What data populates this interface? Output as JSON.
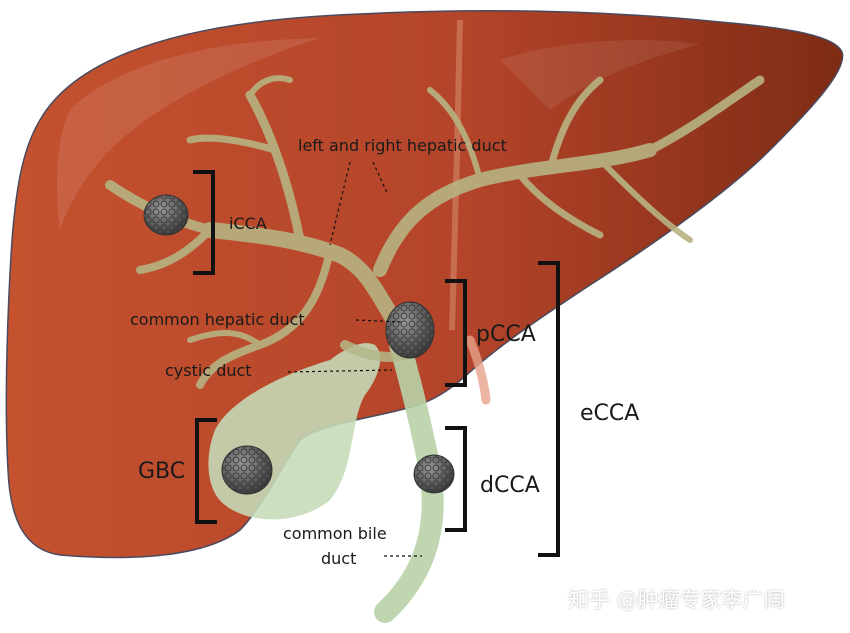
{
  "labels": {
    "left_right_hepatic_duct": "left and right hepatic duct",
    "iCCA": "iCCA",
    "common_hepatic_duct": "common hepatic duct",
    "pCCA": "pCCA",
    "cystic_duct": "cystic duct",
    "eCCA": "eCCA",
    "GBC": "GBC",
    "dCCA": "dCCA",
    "common_bile_duct_line1": "common bile",
    "common_bile_duct_line2": "duct"
  },
  "watermark": "知乎 @肿瘤专家李广阔",
  "colors": {
    "liver": "#b9482a",
    "liver_dark": "#8e3219",
    "liver_outline": "#4a4a5e",
    "duct": "#b7b382",
    "gallbladder": "#c5dcb8",
    "bile_duct": "#b8d2a8",
    "tumor": "#6f6f6f",
    "bracket": "#111111"
  }
}
